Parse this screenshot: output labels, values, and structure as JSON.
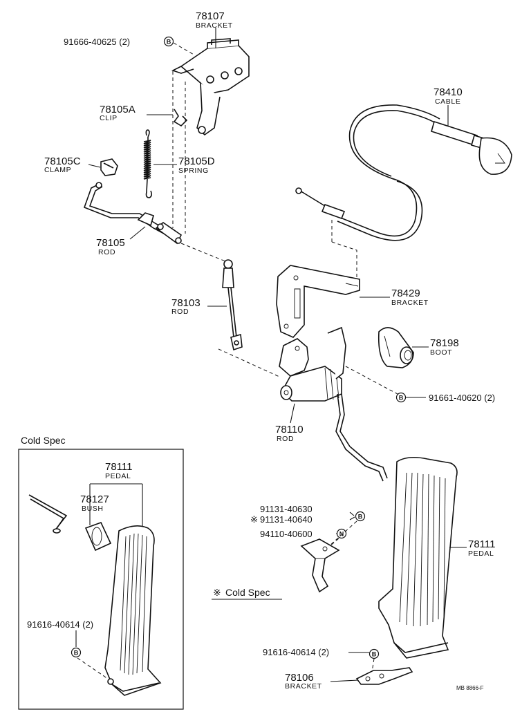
{
  "labels": {
    "l78107": {
      "num": "78107",
      "name": "BRACKET"
    },
    "l78105A": {
      "num": "78105A",
      "name": "CLIP"
    },
    "l78105C": {
      "num": "78105C",
      "name": "CLAMP"
    },
    "l78105D": {
      "num": "78105D",
      "name": "SPRING"
    },
    "l78105": {
      "num": "78105",
      "name": "ROD"
    },
    "l78103": {
      "num": "78103",
      "name": "ROD"
    },
    "l78410": {
      "num": "78410",
      "name": "CABLE"
    },
    "l78429": {
      "num": "78429",
      "name": "BRACKET"
    },
    "l78198": {
      "num": "78198",
      "name": "BOOT"
    },
    "l78110": {
      "num": "78110",
      "name": "ROD"
    },
    "l78111a": {
      "num": "78111",
      "name": "PEDAL"
    },
    "l78127": {
      "num": "78127",
      "name": "BUSH"
    },
    "l78111b": {
      "num": "78111",
      "name": "PEDAL"
    },
    "l78106": {
      "num": "78106",
      "name": "BRACKET"
    }
  },
  "fasteners": {
    "f1": {
      "text": "91666-40625 (2)",
      "badge": "B"
    },
    "f2": {
      "text": "91661-40620 (2)",
      "badge": "B"
    },
    "f3": {
      "text": "91131-40630"
    },
    "f4": {
      "text": "91131-40640",
      "mark": "※",
      "badge": "B"
    },
    "f5": {
      "text": "94110-40600",
      "badge": "N"
    },
    "f6": {
      "text": "91616-40614 (2)",
      "badge": "B"
    },
    "f7": {
      "text": "91616-40614 (2)",
      "badge": "B"
    }
  },
  "notes": {
    "cold_spec_box": "Cold Spec",
    "cold_spec_mark": "※",
    "cold_spec_note": "Cold Spec",
    "drawing_id": "MB 8866-F"
  }
}
